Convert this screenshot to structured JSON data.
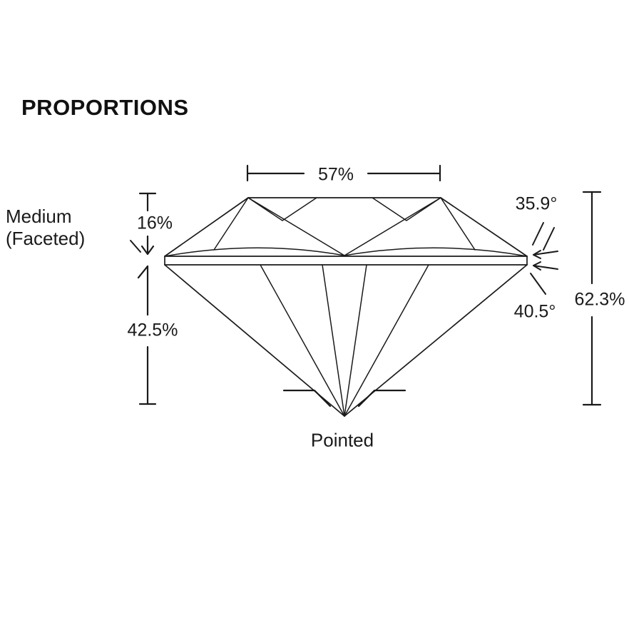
{
  "title": "PROPORTIONS",
  "labels": {
    "table_width": "57%",
    "girdle_line1": "Medium",
    "girdle_line2": "(Faceted)",
    "crown_height": "16%",
    "pavilion_depth": "42.5%",
    "crown_angle": "35.9°",
    "pavilion_angle": "40.5°",
    "total_depth": "62.3%",
    "culet": "Pointed"
  },
  "colors": {
    "line": "#1a1a1a",
    "text": "#1a1a1a",
    "background": "#ffffff"
  }
}
